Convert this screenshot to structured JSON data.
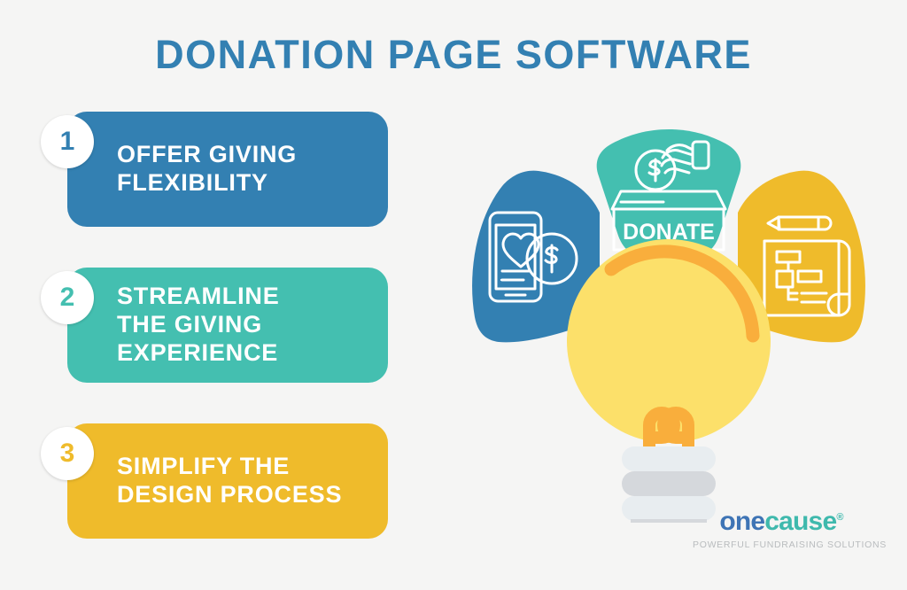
{
  "page": {
    "title": "DONATION PAGE SOFTWARE",
    "background_color": "#f5f5f4",
    "title_color": "#3380b2"
  },
  "steps": [
    {
      "number": "1",
      "label": "OFFER GIVING\nFLEXIBILITY",
      "color": "#3380b2",
      "icon": "mobile-heart-dollar-icon"
    },
    {
      "number": "2",
      "label": "STREAMLINE\nTHE GIVING\nEXPERIENCE",
      "color": "#44bfb0",
      "icon": "donate-box-icon"
    },
    {
      "number": "3",
      "label": "SIMPLIFY THE\nDESIGN PROCESS",
      "color": "#efbb2b",
      "icon": "blueprint-pencil-icon"
    }
  ],
  "graphic": {
    "name": "lightbulb-with-three-petals",
    "petals": [
      {
        "position": "left",
        "color": "#3380b2",
        "icon": "mobile-heart-dollar-icon"
      },
      {
        "position": "top",
        "color": "#44bfb0",
        "icon": "donate-box-icon",
        "box_label": "DONATE",
        "coin_symbol": "$"
      },
      {
        "position": "right",
        "color": "#efbb2b",
        "icon": "blueprint-pencil-icon"
      }
    ],
    "bulb": {
      "glass_color": "#fce06a",
      "highlight_color": "#f9ae3c",
      "filament_color": "#f9ae3c",
      "base_light_color": "#e8edf0",
      "base_dark_color": "#d5d8dc"
    }
  },
  "logo": {
    "word_one": "one",
    "word_cause": "cause",
    "registered": "®",
    "tagline": "POWERFUL FUNDRAISING SOLUTIONS",
    "one_color": "#3e74b5",
    "cause_color": "#3fb9ad",
    "tagline_color": "#b9bcbe"
  }
}
